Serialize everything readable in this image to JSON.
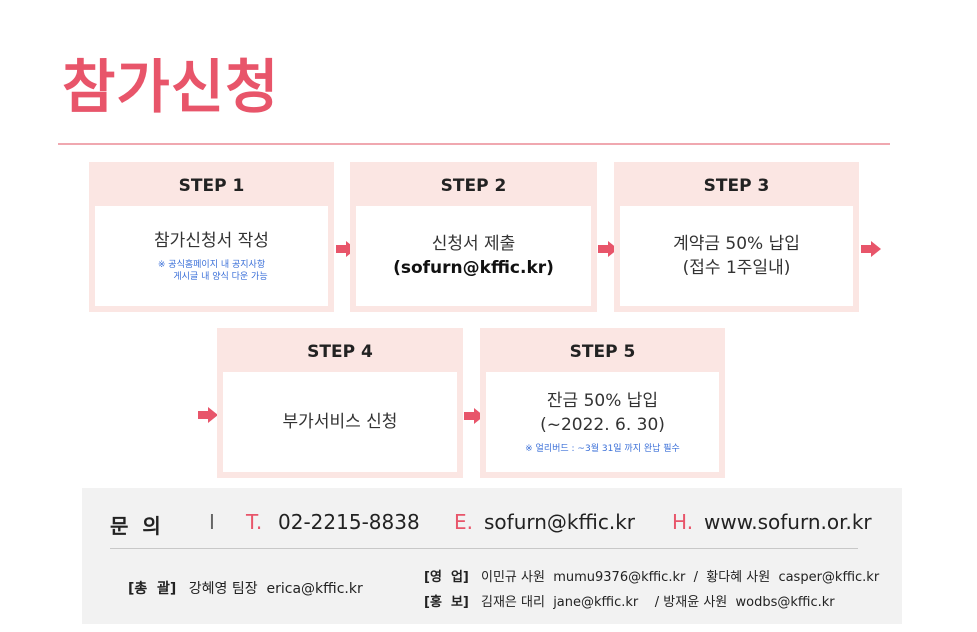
{
  "title": "참가신청",
  "steps": [
    {
      "label": "STEP 1",
      "main": "참가신청서 작성",
      "note1": "※ 공식홈페이지 내 공지사항",
      "note2": "게시글 내 양식 다운 가능"
    },
    {
      "label": "STEP 2",
      "main": "신청서 제출",
      "main2": "(sofurn@kffic.kr)"
    },
    {
      "label": "STEP 3",
      "main": "계약금 50% 납입",
      "main2": "(접수 1주일내)"
    },
    {
      "label": "STEP 4",
      "main": "부가서비스 신청"
    },
    {
      "label": "STEP 5",
      "main": "잔금 50% 납입",
      "main2": "(~2022. 6. 30)",
      "note1": "※ 얼리버드 : ~3월 31일 까지 완납 필수"
    }
  ],
  "contact": {
    "heading": "문  의",
    "sep": "I",
    "tel_key": "T.",
    "tel": "02-2215-8838",
    "email_key": "E.",
    "email": "sofurn@kffic.kr",
    "web_key": "H.",
    "web": "www.sofurn.or.kr",
    "general_key": "[총  괄]",
    "general": "강혜영 팀장  erica@kffic.kr",
    "sales_key": "[영  업]",
    "sales": "이민규 사원  mumu9376@kffic.kr  /  황다혜 사원  casper@kffic.kr",
    "pr_key": "[홍  보]",
    "pr": "김재은 대리  jane@kffic.kr    / 방재윤 사원  wodbs@kffic.kr"
  },
  "colors": {
    "accent": "#e8556a",
    "step_bg": "#fbe6e3",
    "note": "#3a6fd8",
    "contact_bg": "#f2f2f2"
  }
}
